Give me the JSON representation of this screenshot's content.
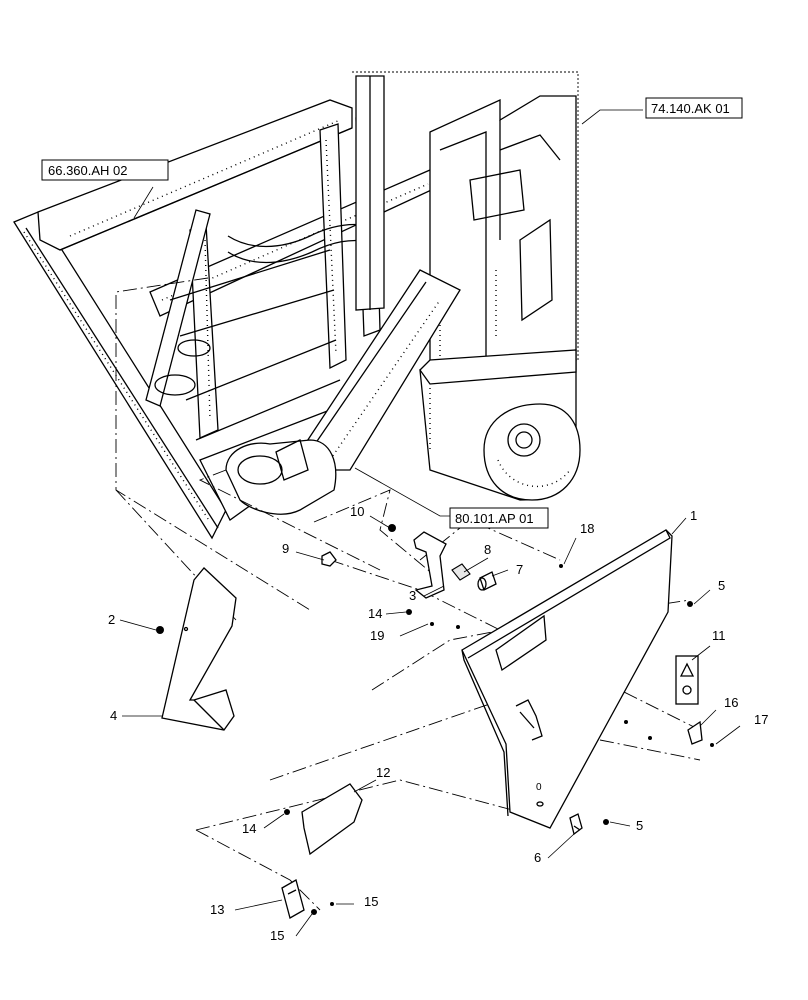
{
  "references": {
    "r66": "66.360.AH 02",
    "r74": "74.140.AK 01",
    "r80": "80.101.AP 01"
  },
  "callouts": {
    "c1": "1",
    "c2": "2",
    "c3": "3",
    "c4": "4",
    "c5a": "5",
    "c5b": "5",
    "c6": "6",
    "c7": "7",
    "c8": "8",
    "c9": "9",
    "c10": "10",
    "c11": "11",
    "c12": "12",
    "c13": "13",
    "c14a": "14",
    "c14b": "14",
    "c15a": "15",
    "c15b": "15",
    "c16": "16",
    "c17": "17",
    "c18": "18",
    "c19": "19"
  },
  "colors": {
    "line": "#000000",
    "background": "#ffffff",
    "shade": "#e8e8e8"
  }
}
